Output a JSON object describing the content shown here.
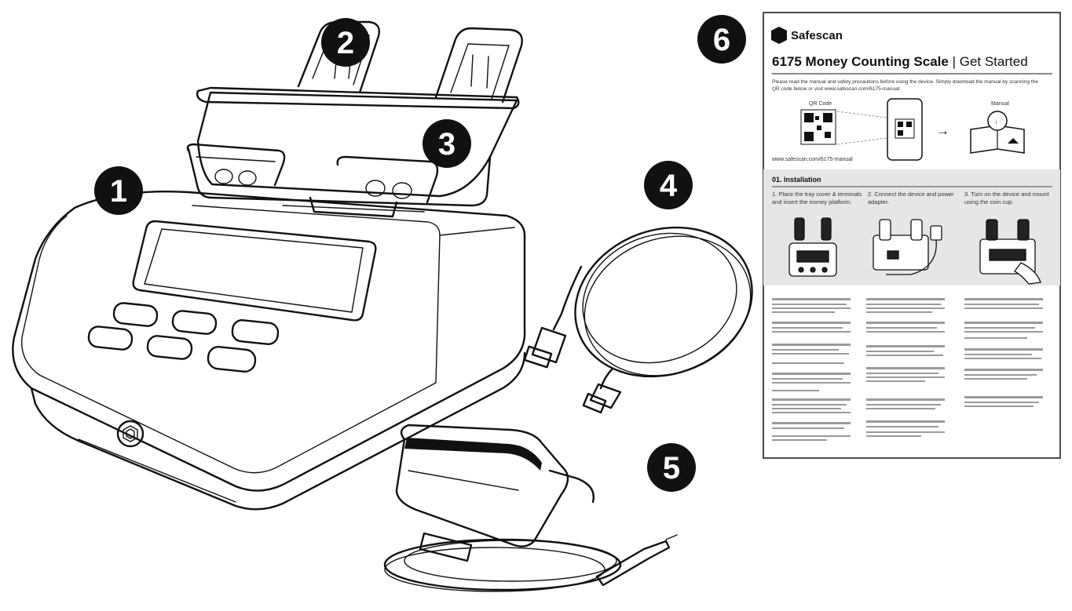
{
  "callouts": [
    {
      "label": "1",
      "part": "scale"
    },
    {
      "label": "2",
      "part": "money-tray"
    },
    {
      "label": "3",
      "part": "coin-cup-holder"
    },
    {
      "label": "4",
      "part": "usb-cable"
    },
    {
      "label": "5",
      "part": "power-adapter"
    },
    {
      "label": "6",
      "part": "quick-start-guide"
    }
  ],
  "guide": {
    "brand": "Safescan",
    "title_bold": "6175 Money Counting Scale",
    "title_sep": " | ",
    "title_light": "Get Started",
    "intro_line1": "Please read the manual and safety precautions before using the device. Simply download the manual by scanning the",
    "intro_line2": "QR code below or visit www.safescan.com/6175-manual.",
    "qr_label": "QR Code",
    "url": "www.safescan.com/6175-manual",
    "manual_label": "Manual",
    "arrow": "→",
    "section_title": "01. Installation",
    "step1_line1": "1. Place the tray cover & terminals",
    "step1_line2": "and insert the money platform.",
    "step2_line1": "2. Connect the device and power",
    "step2_line2": "adapter.",
    "step3_line1": "3. Turn on the device and mount",
    "step3_line2": "using the coin cup."
  },
  "colors": {
    "badge": "#111111",
    "badge_text": "#ffffff",
    "line": "#111111",
    "guide_band": "#e6e6e6"
  }
}
